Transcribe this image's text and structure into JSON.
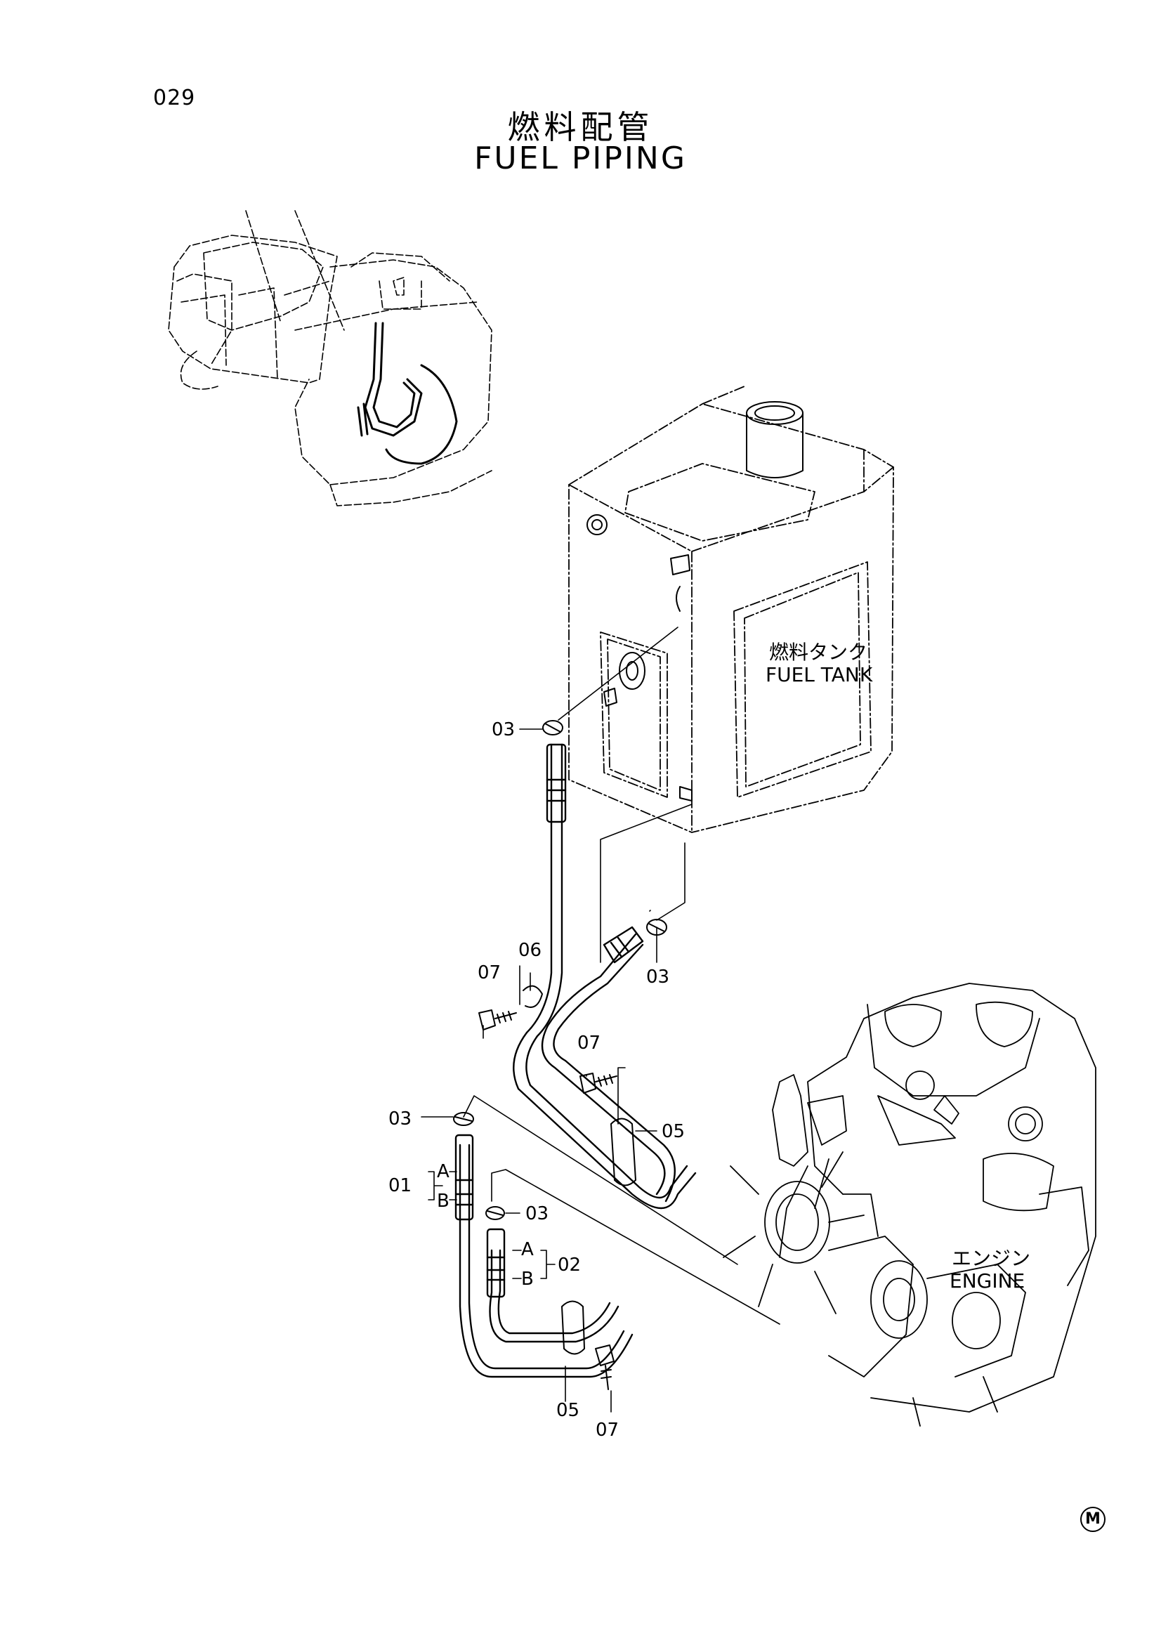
{
  "page": {
    "number": "029"
  },
  "title": {
    "jp": "燃料配管",
    "en": "FUEL PIPING"
  },
  "components": {
    "fuel_tank": {
      "jp": "燃料タンク",
      "en": "FUEL TANK"
    },
    "engine": {
      "jp": "エンジン",
      "en": "ENGINE"
    }
  },
  "callouts": {
    "c03a": "03",
    "c03b": "03",
    "c03c": "03",
    "c03d": "03",
    "c07a": "07",
    "c07b": "07",
    "c07c": "07",
    "c06": "06",
    "c05a": "05",
    "c05b": "05",
    "c01": "01",
    "c02": "02",
    "a1": "A",
    "b1": "B",
    "a2": "A",
    "b2": "B"
  },
  "mark": "M"
}
